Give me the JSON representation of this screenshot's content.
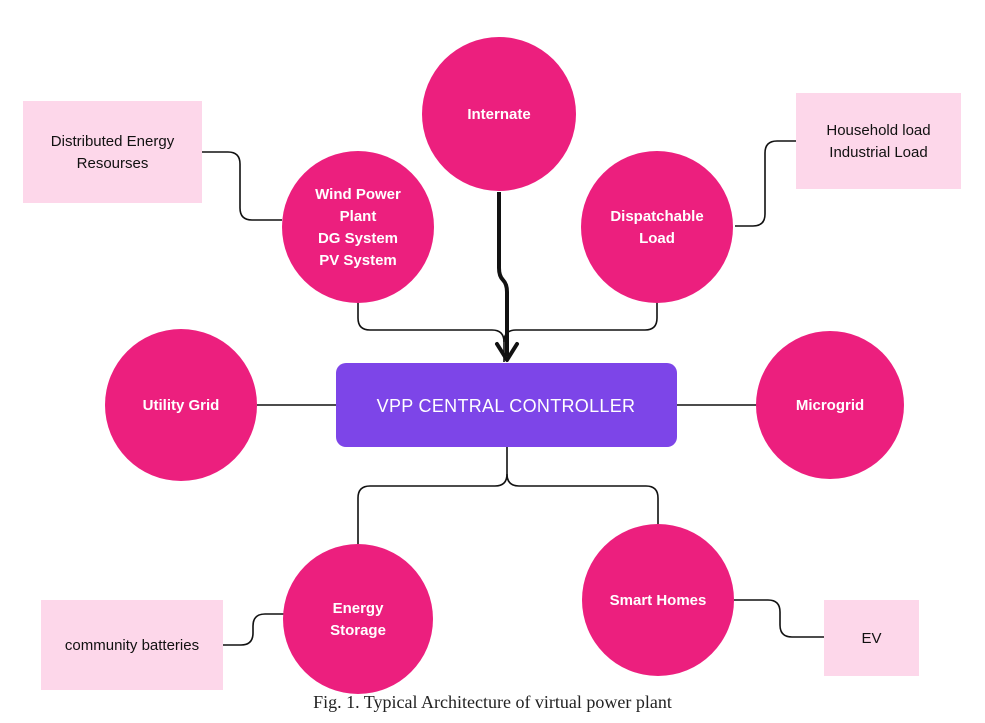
{
  "colors": {
    "node_fill": "#ec1f7e",
    "controller_fill": "#7d45e8",
    "box_fill": "#fdd7ea",
    "line": "#111111"
  },
  "controller": {
    "label": "VPP CENTRAL CONTROLLER"
  },
  "nodes": {
    "internate": {
      "lines": [
        "Internate"
      ]
    },
    "wind": {
      "lines": [
        "Wind Power",
        "Plant",
        "DG System",
        "PV System"
      ]
    },
    "dispatchable": {
      "lines": [
        "Dispatchable",
        "Load"
      ]
    },
    "utility": {
      "lines": [
        "Utility Grid"
      ]
    },
    "microgrid": {
      "lines": [
        "Microgrid"
      ]
    },
    "storage": {
      "lines": [
        "Energy",
        "Storage"
      ]
    },
    "smarthomes": {
      "lines": [
        "Smart Homes"
      ]
    }
  },
  "boxes": {
    "der": {
      "lines": [
        "Distributed Energy",
        "Resourses"
      ]
    },
    "household": {
      "lines": [
        "Household load",
        "Industrial Load"
      ]
    },
    "community": {
      "lines": [
        "community batteries"
      ]
    },
    "ev": {
      "lines": [
        "EV"
      ]
    }
  },
  "caption": "Fig. 1. Typical Architecture of virtual power plant"
}
